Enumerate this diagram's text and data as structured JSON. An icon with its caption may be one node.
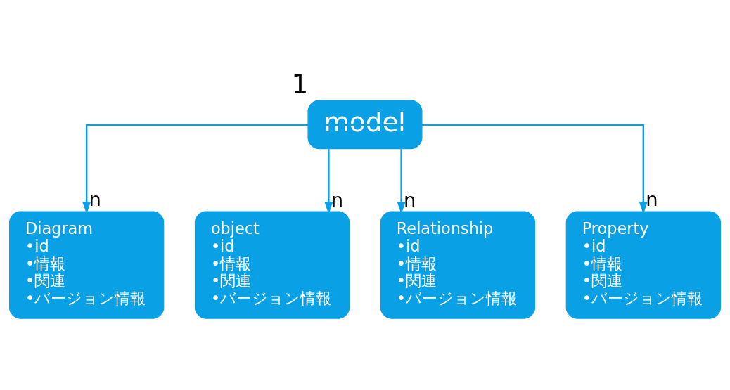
{
  "diagram": {
    "nodes": [
      {
        "text": [
          "model"
        ],
        "beside": [
          "1"
        ]
      },
      {
        "text": [
          "Diagram",
          "•id",
          "•情報",
          "•関連",
          "•バージョン情報"
        ]
      },
      {
        "text": [
          "object",
          "•id",
          "•情報",
          "•関連",
          "•バージョン情報"
        ]
      },
      {
        "text": [
          "Relationship",
          "•id",
          "•情報",
          "•関連",
          "•バージョン情報"
        ]
      },
      {
        "text": [
          "Property",
          "•id",
          "•情報",
          "•関連",
          "•バージョン情報"
        ]
      }
    ],
    "edges": [
      {
        "from": 0,
        "to": 1,
        "arrow": "to",
        "label": "n"
      },
      {
        "from": 0,
        "to": 2,
        "arrow": "to",
        "label": "n"
      },
      {
        "from": 0,
        "to": 3,
        "arrow": "to",
        "label": "n"
      },
      {
        "from": 0,
        "to": 4,
        "arrow": "to",
        "label": "n"
      }
    ]
  }
}
